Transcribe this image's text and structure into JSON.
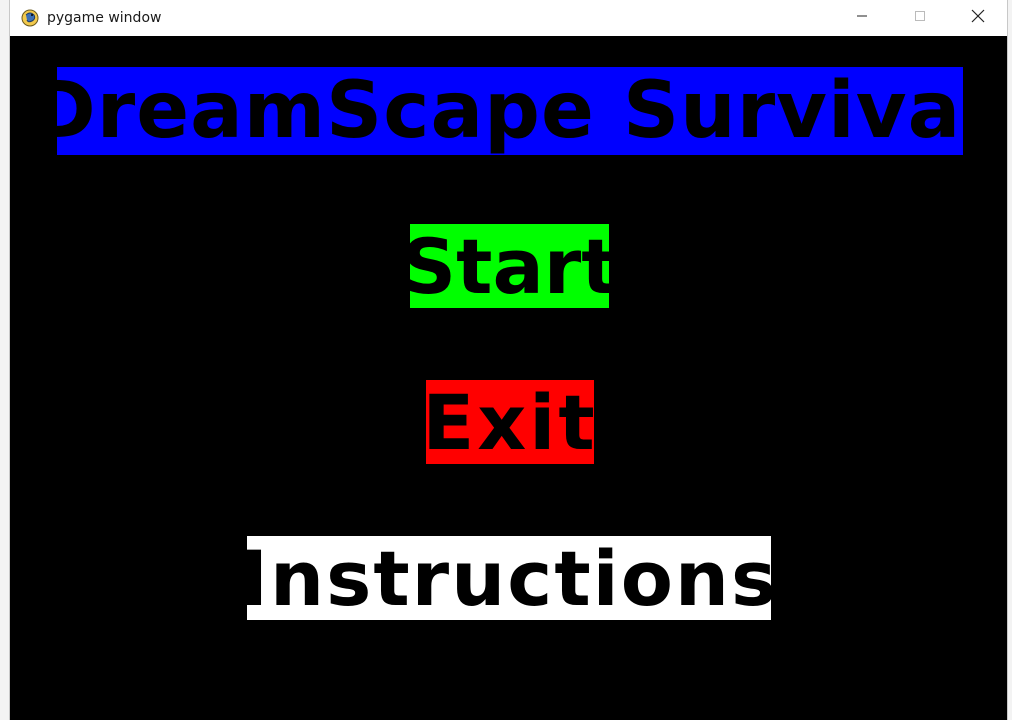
{
  "window": {
    "title": "pygame window",
    "controls": {
      "minimize_icon": "minimize-icon",
      "maximize_icon": "maximize-icon",
      "close_icon": "close-icon"
    }
  },
  "game": {
    "title": "DreamScape Survival",
    "buttons": {
      "start": "Start",
      "exit": "Exit",
      "instructions": "Instructions"
    }
  },
  "colors": {
    "background": "#000000",
    "title_bg": "#0000ff",
    "start_bg": "#00ff00",
    "exit_bg": "#ff0000",
    "instructions_bg": "#ffffff",
    "text": "#000000"
  }
}
